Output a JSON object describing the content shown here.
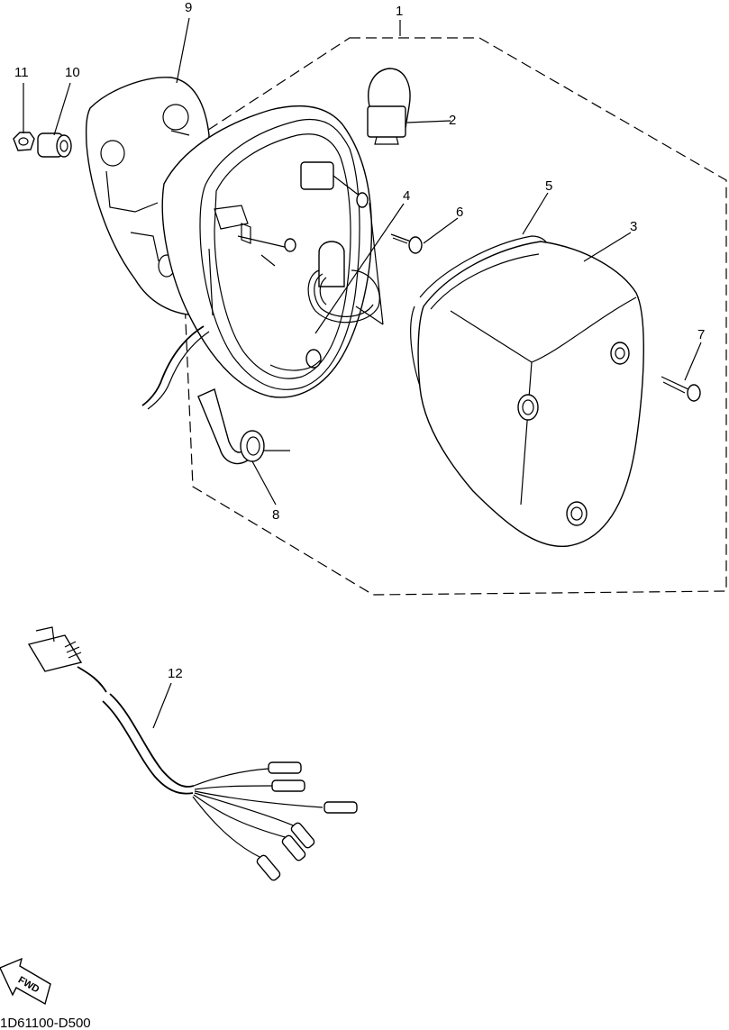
{
  "diagram": {
    "callouts": [
      {
        "id": "1",
        "label": "1"
      },
      {
        "id": "2",
        "label": "2"
      },
      {
        "id": "3",
        "label": "3"
      },
      {
        "id": "4",
        "label": "4"
      },
      {
        "id": "5",
        "label": "5"
      },
      {
        "id": "6",
        "label": "6"
      },
      {
        "id": "7",
        "label": "7"
      },
      {
        "id": "8",
        "label": "8"
      },
      {
        "id": "9",
        "label": "9"
      },
      {
        "id": "10",
        "label": "10"
      },
      {
        "id": "11",
        "label": "11"
      },
      {
        "id": "12",
        "label": "12"
      }
    ],
    "fwd_arrow_text": "FWD",
    "drawing_code": "1D61100-D500"
  }
}
